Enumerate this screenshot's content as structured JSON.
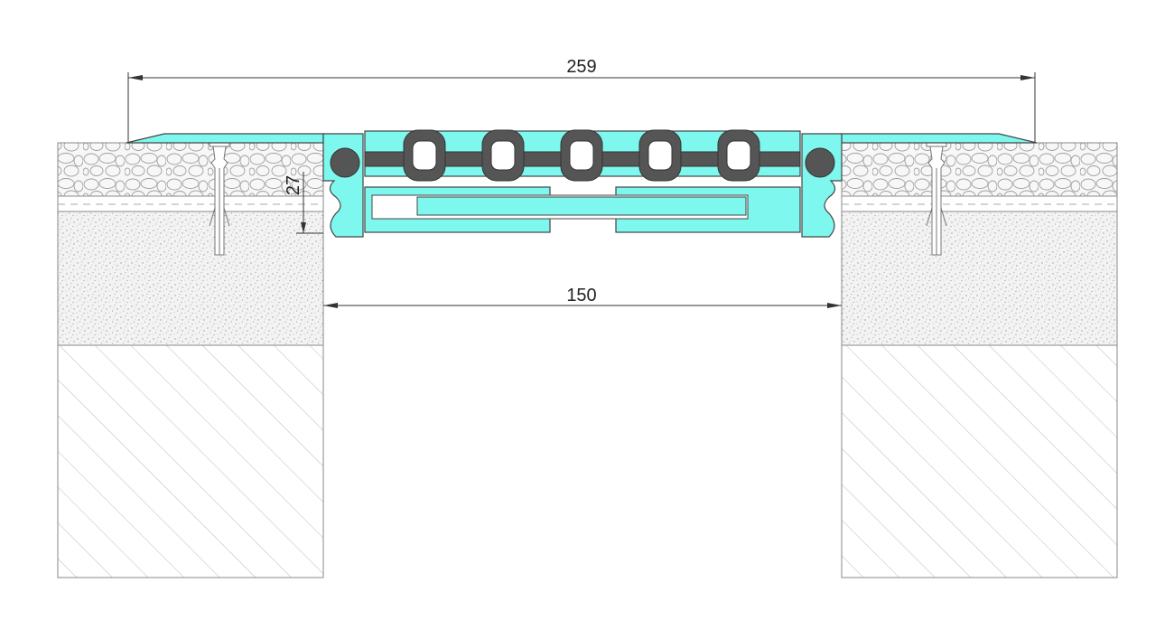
{
  "dimensions": {
    "overall_width": "259",
    "gap_width": "150",
    "profile_height": "27"
  },
  "colors": {
    "aluminium_profile": "#7ef8ee",
    "rubber_insert": "#555555",
    "cell_hole": "#ffffff",
    "outline": "#888888",
    "dimension_line": "#333333"
  },
  "parts": {
    "rubber_cells": 5,
    "fixing_anchors": 2
  }
}
